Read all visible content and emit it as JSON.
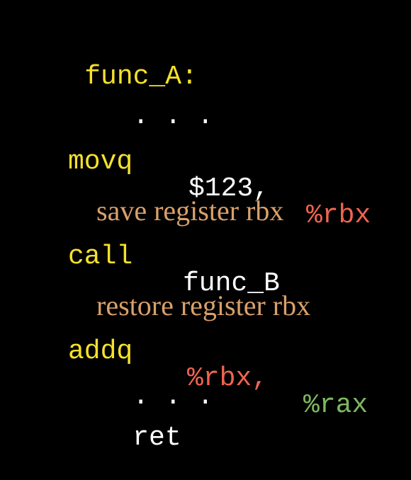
{
  "colors": {
    "background": "#000000",
    "yellow": "#f5e12a",
    "white": "#ffffff",
    "red": "#ef6450",
    "tan": "#d9a06b",
    "green": "#7db860"
  },
  "code": {
    "label": "func_A:",
    "ellipsis_top": ". . .",
    "movq": {
      "op": "movq",
      "arg1": "$123,",
      "arg2": "%rbx"
    },
    "save_comment": "save register rbx",
    "call": {
      "op": "call",
      "arg1": "func_B"
    },
    "restore_comment": "restore register rbx",
    "addq": {
      "op": "addq",
      "arg1": "%rbx,",
      "arg2": "%rax"
    },
    "ellipsis_bottom": ". . .",
    "ret": {
      "op": "ret"
    }
  }
}
